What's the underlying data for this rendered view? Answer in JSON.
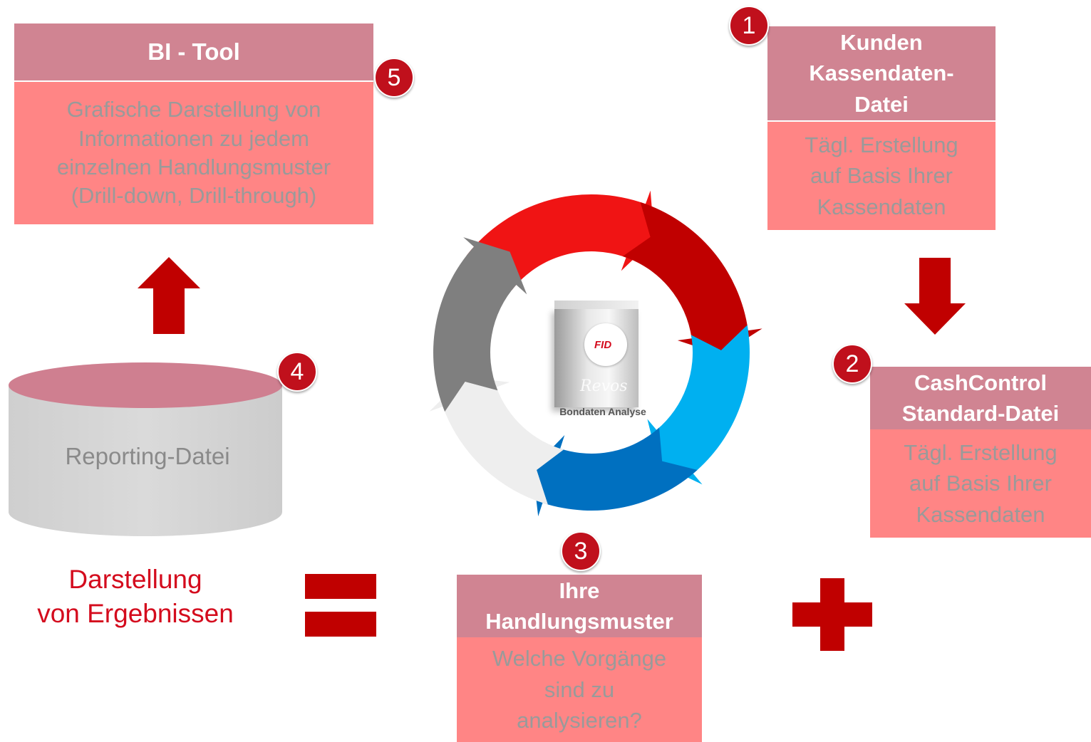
{
  "colors": {
    "header": "#d08492",
    "body": "#ff8585",
    "accent": "#c00000",
    "badge": "#c0101c",
    "text_gray": "#9a9a9a",
    "result_red": "#d40b1d"
  },
  "steps": {
    "kunden": {
      "number": "1",
      "title": "Kunden\nKassendaten-\nDatei",
      "body": "Tägl. Erstellung\nauf Basis Ihrer\nKassendaten"
    },
    "cashcontrol": {
      "number": "2",
      "title": "CashControl\nStandard-Datei",
      "body": "Tägl. Erstellung\nauf Basis Ihrer\nKassendaten"
    },
    "handlungsmuster": {
      "number": "3",
      "title": "Ihre\nHandlungsmuster",
      "body": "Welche Vorgänge\nsind zu\nanalysieren?"
    },
    "reporting": {
      "number": "4",
      "label": "Reporting-Datei"
    },
    "bitool": {
      "number": "5",
      "title": "BI - Tool",
      "body": "Grafische Darstellung von\nInformationen zu jedem\neinzelnen Handlungsmuster\n(Drill-down, Drill-through)"
    }
  },
  "center": {
    "brand": "FID",
    "product": "Revos",
    "caption": "Bondaten Analyse"
  },
  "result": {
    "text": "Darstellung\nvon Ergebnissen"
  },
  "icons": {
    "arrow_up": "arrow-up-icon",
    "arrow_down": "arrow-down-icon",
    "equals": "equals-icon",
    "plus": "plus-icon",
    "cycle": "cycle-arrows-icon"
  }
}
